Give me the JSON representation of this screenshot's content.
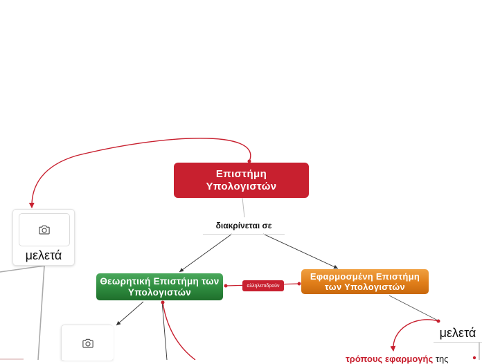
{
  "root": {
    "label": "Επιστήμη Υπολογιστών"
  },
  "connector": {
    "label": "διακρίνεται σε"
  },
  "branch_theoretical": {
    "label": "Θεωρητική Επιστήμη των Υπολογιστών"
  },
  "branch_applied": {
    "label": "Εφαρμοσμένη Επιστήμη των Υπολογιστών"
  },
  "relation": {
    "label": "αλληλεπιδρούν"
  },
  "card_left": {
    "label": "μελετά",
    "icon": "camera-icon"
  },
  "card_bottom": {
    "icon": "camera-icon"
  },
  "topic_right": {
    "label": "μελετά"
  },
  "partial_text": {
    "highlight": "τρόπους εφαρμογής",
    "tail": " της"
  },
  "colors": {
    "red": "#c8202f",
    "green": "#2e8b3e",
    "orange": "#e07e1a"
  }
}
